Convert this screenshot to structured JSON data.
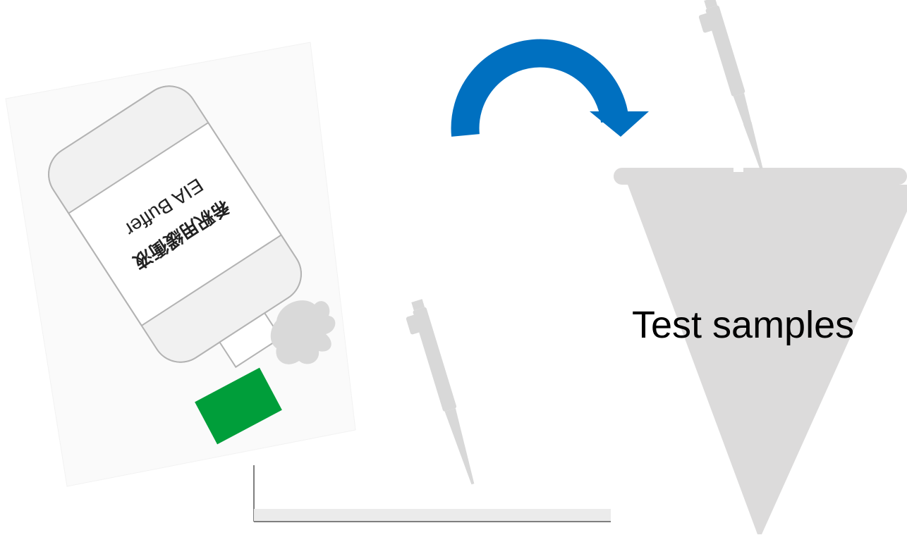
{
  "bottle": {
    "label_cn": "希釈用緩衝液",
    "label_en": "EIA Buffer",
    "cap_color": "#009e3a",
    "liquid_color": "#d9d9d9"
  },
  "tube": {
    "label": "Test samples",
    "color": "#dcdbdb"
  },
  "arrow": {
    "color": "#0070c0"
  },
  "pipette": {
    "color": "#d8d8d8"
  }
}
